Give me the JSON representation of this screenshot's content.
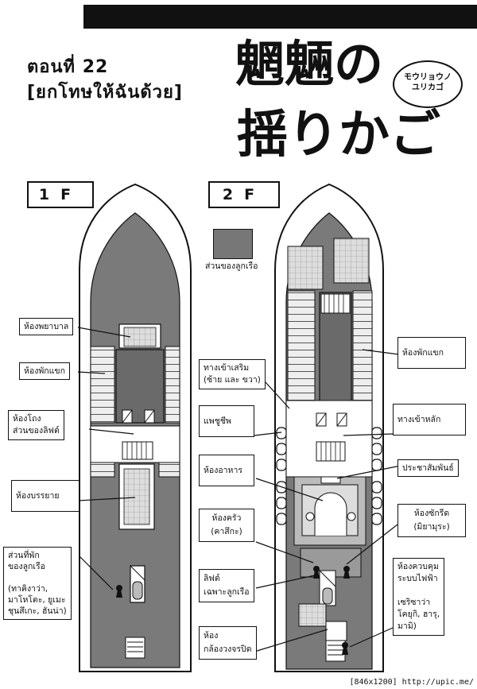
{
  "chapter": {
    "number_line": "ตอนที่ 22",
    "subtitle": "[ยกโทษให้ฉันด้วย]"
  },
  "series_title": {
    "line1": "魍魎の",
    "line2": "揺りかご",
    "reading_line1": "モウリョウノ",
    "reading_line2": "ユリカゴ"
  },
  "floors": {
    "first": "1F",
    "second": "2F"
  },
  "legend": {
    "crew_area": "ส่วนของลูกเรือ"
  },
  "labels_1f": [
    "ห้องพยาบาล",
    "ห้องพักแขก",
    "ห้องโถง\nส่วนของลิฟต์",
    "ห้องบรรยาย",
    "ส่วนที่พัก\nของลูกเรือ\n\n(ทาคิงาว่า,\nมาโหโตะ, ยูเมะ\nชุนสึเกะ, ฮันน่า)"
  ],
  "labels_2f_left": [
    "ทางเข้าเสริม\n(ซ้าย และ ขวา)",
    "แพชูชีพ",
    "ห้องอาหาร",
    "ห้องครัว\n(คาสึกะ)",
    "ลิฟต์\nเฉพาะลูกเรือ",
    "ห้อง\nกล้องวงจรปิด"
  ],
  "labels_2f_right": [
    "ห้องพักแขก",
    "ทางเข้าหลัก",
    "ประชาสัมพันธ์",
    "ห้องซักรีด\n(มิยามุระ)",
    "ห้องควบคุม\nระบบไฟฟ้า\n\nเซริซาว่า\nโคยุกิ, ฮารุ,\nมามิ)"
  ],
  "footer": "[846x1200] http://upic.me/"
}
